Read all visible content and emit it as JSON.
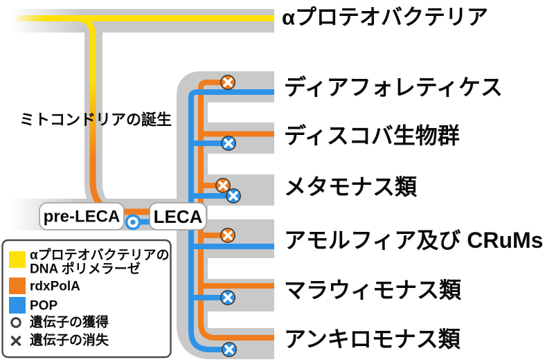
{
  "figure": {
    "top_lineage_label": "αプロテオバクテリア",
    "event_label": "ミトコンドリアの誕生",
    "pre_leca_label": "pre-LECA",
    "leca_label": "LECA",
    "taxa": [
      {
        "label": "ディアフォレティケス",
        "rdxPolA": "lost",
        "POP": "retained"
      },
      {
        "label": "ディスコバ生物群",
        "rdxPolA": "retained",
        "POP": "lost"
      },
      {
        "label": "メタモナス類",
        "rdxPolA": "lost",
        "POP": "lost"
      },
      {
        "label": "アモルフィア及び CRuMs",
        "rdxPolA": "lost",
        "POP": "retained"
      },
      {
        "label": "マラウィモナス類",
        "rdxPolA": "retained",
        "POP": "lost"
      },
      {
        "label": "アンキロモナス類",
        "rdxPolA": "retained",
        "POP": "lost"
      }
    ],
    "legend": {
      "yellow_label_line1": "αプロテオバクテリアの",
      "yellow_label_line2": "DNA ポリメラーゼ",
      "orange_label": "rdxPolA",
      "blue_label": "POP",
      "gain_label": "遺伝子の獲得",
      "loss_label": "遺伝子の消失"
    },
    "colors": {
      "band_gray": "#C9C9C9",
      "yellow": "#FFE10A",
      "orange": "#F07D1E",
      "blue": "#2E93E8"
    }
  }
}
